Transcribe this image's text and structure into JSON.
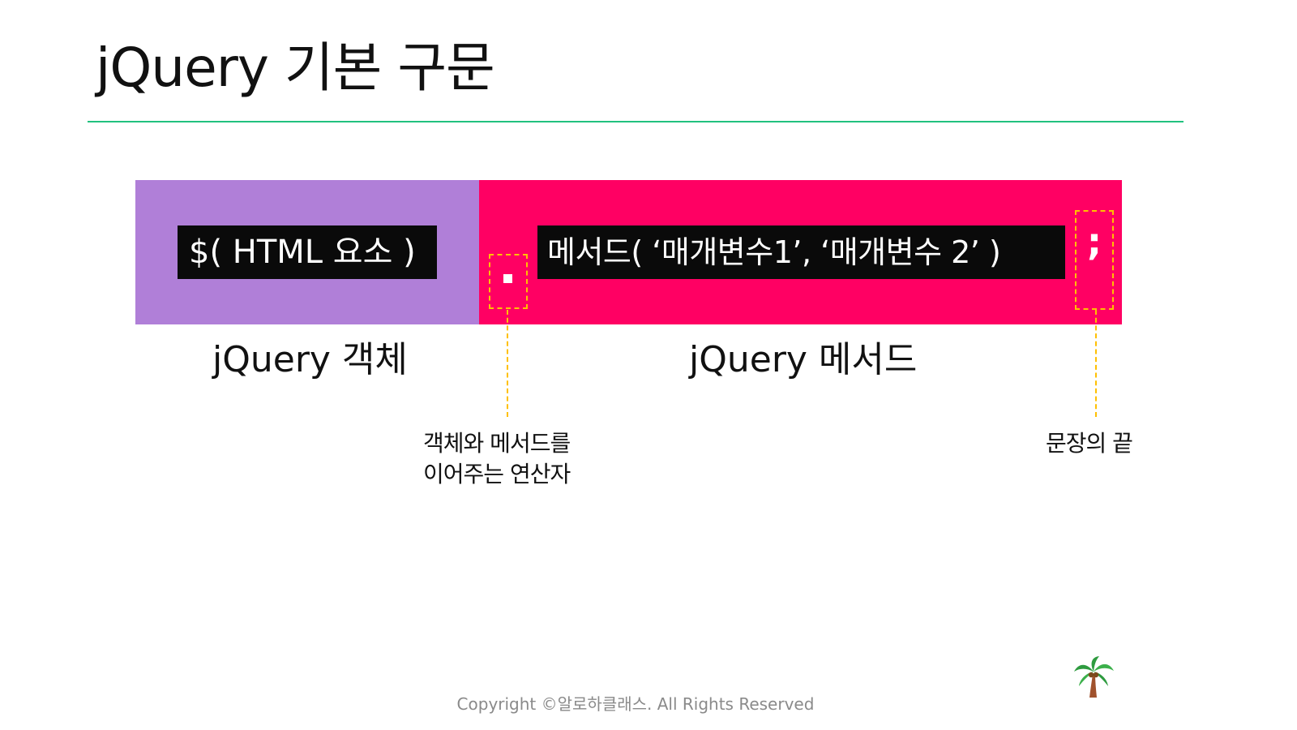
{
  "slide": {
    "title": "jQuery 기본 구문"
  },
  "diagram": {
    "object_code": "$( HTML 요소 )",
    "method_code": "메서드( ‘매개변수1’, ‘매개변수 2’ )",
    "semicolon": ";",
    "object_label": "jQuery 객체",
    "method_label": "jQuery 메서드",
    "dot_note_line1": "객체와 메서드를",
    "dot_note_line2": "이어주는 연산자",
    "semicolon_note": "문장의 끝",
    "colors": {
      "object_block": "#b07fd8",
      "method_block": "#ff0063",
      "code_background": "#0a0a0a",
      "dashed_highlight": "#ffc000",
      "title_rule": "#22c17f"
    }
  },
  "footer": {
    "copyright": "Copyright ©알로하클래스. All Rights Reserved",
    "icon": "palm-tree-icon"
  }
}
